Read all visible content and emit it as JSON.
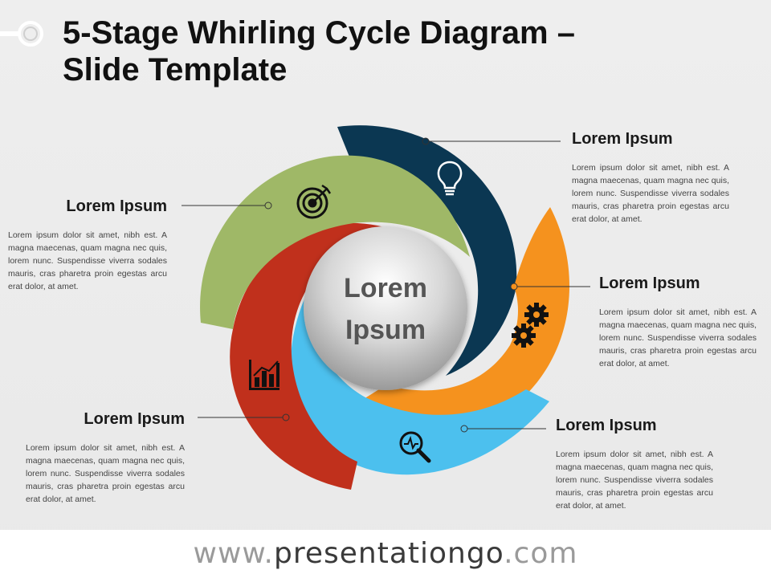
{
  "slide": {
    "title_line1": "5-Stage Whirling Cycle Diagram –",
    "title_line2": "Slide Template"
  },
  "center": {
    "line1": "Lorem",
    "line2": "Ipsum"
  },
  "stages": [
    {
      "id": "top-right",
      "color": "#0b3752",
      "icon": "lightbulb-icon",
      "title": "Lorem Ipsum",
      "body": "Lorem ipsum dolor sit amet, nibh est. A magna maecenas, quam magna nec quis, lorem nunc. Suspendisse viverra sodales mauris, cras pharetra proin egestas arcu erat dolor, at amet."
    },
    {
      "id": "right",
      "color": "#f5921e",
      "icon": "gears-icon",
      "title": "Lorem Ipsum",
      "body": "Lorem ipsum dolor sit amet, nibh est. A magna maecenas, quam magna nec quis, lorem nunc. Suspendisse viverra sodales mauris, cras pharetra proin egestas arcu erat dolor, at amet."
    },
    {
      "id": "bottom-right",
      "color": "#4cc0ee",
      "icon": "magnifier-icon",
      "title": "Lorem Ipsum",
      "body": "Lorem ipsum dolor sit amet, nibh est. A magna maecenas, quam magna nec quis, lorem nunc. Suspendisse viverra sodales mauris, cras pharetra proin egestas arcu erat dolor, at amet."
    },
    {
      "id": "bottom-left",
      "color": "#c0301c",
      "icon": "chart-icon",
      "title": "Lorem Ipsum",
      "body": "Lorem ipsum dolor sit amet, nibh est. A magna maecenas, quam magna nec quis, lorem nunc. Suspendisse viverra sodales mauris, cras pharetra proin egestas arcu erat dolor, at amet."
    },
    {
      "id": "left",
      "color": "#9fb867",
      "icon": "target-icon",
      "title": "Lorem Ipsum",
      "body": "Lorem ipsum dolor sit amet, nibh est. A magna maecenas, quam magna nec quis, lorem nunc. Suspendisse viverra sodales mauris, cras pharetra proin egestas arcu erat dolor, at amet."
    }
  ],
  "footer": {
    "prefix": "www.",
    "brand": "presentationgo",
    "suffix": ".com"
  }
}
